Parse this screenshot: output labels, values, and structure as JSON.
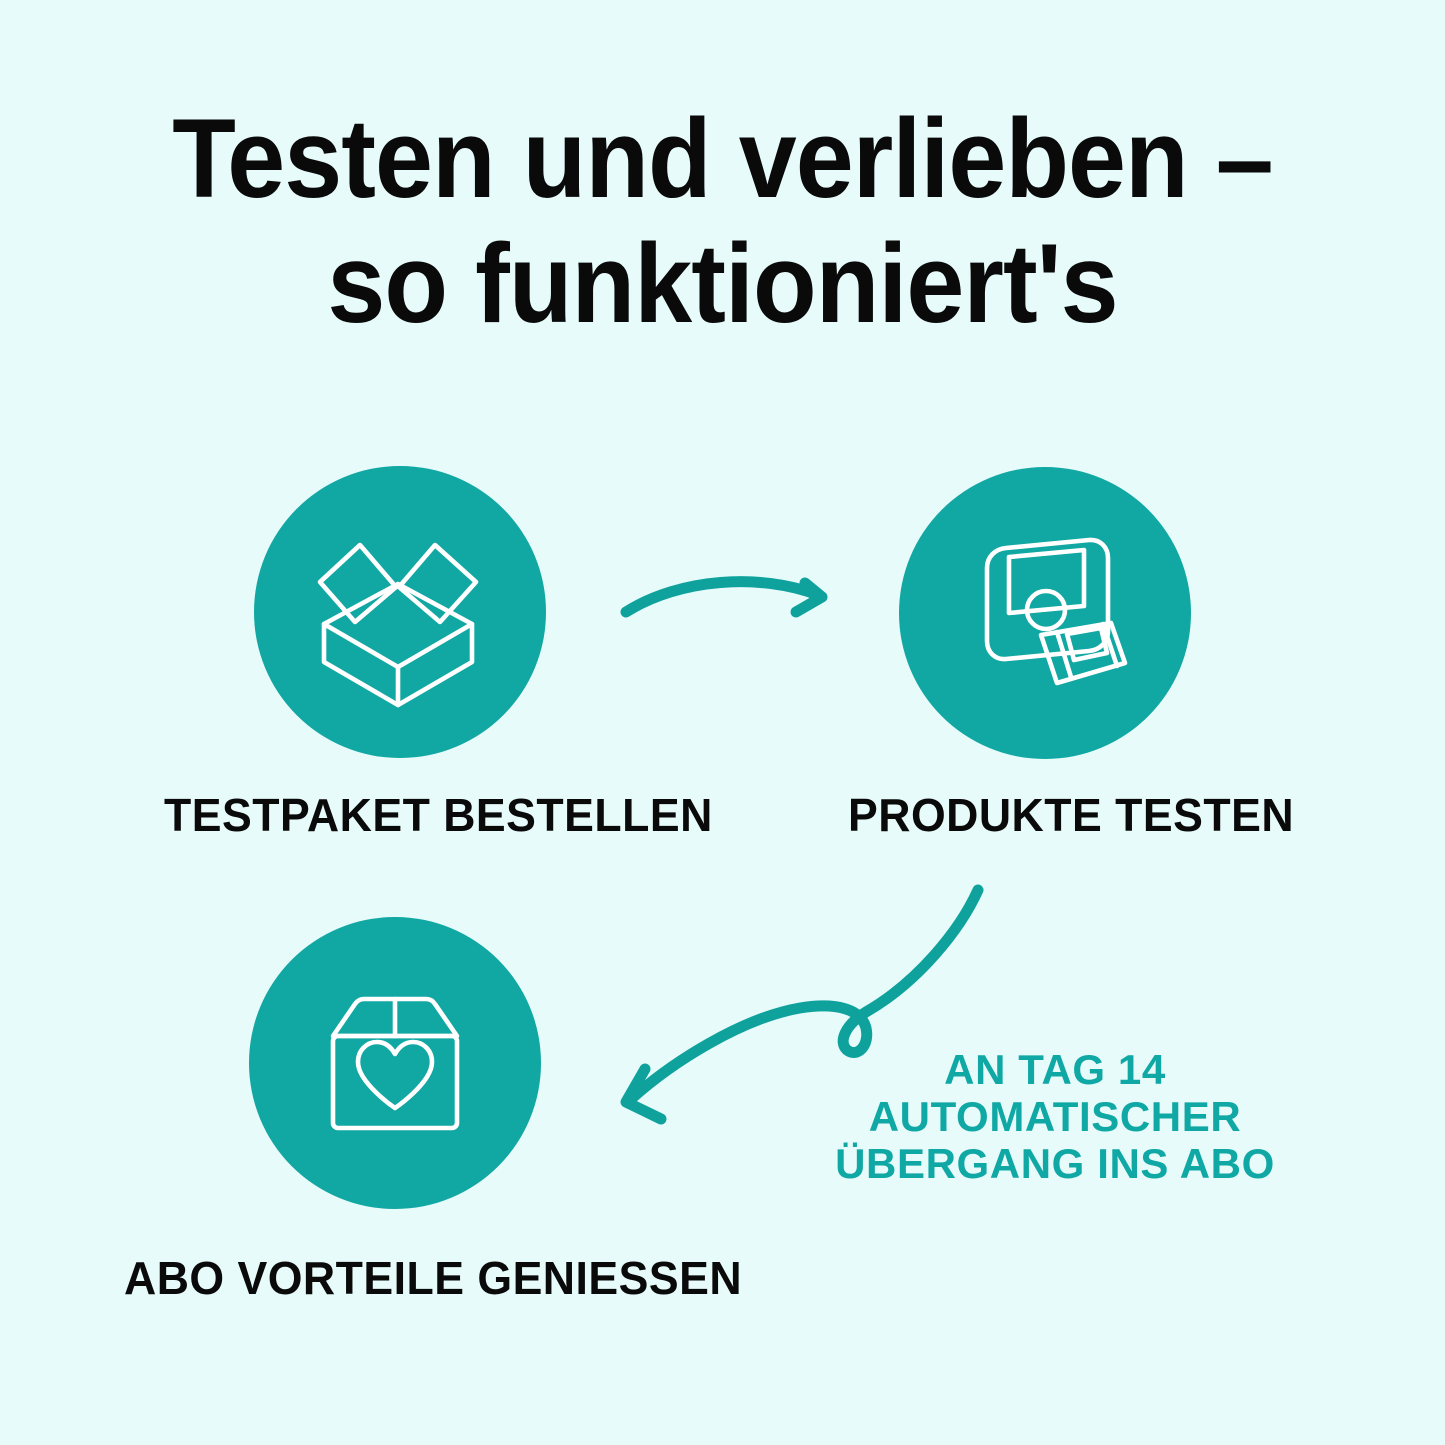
{
  "page": {
    "background_color": "#e6fbfa",
    "accent_color": "#11a7a2",
    "text_color": "#0a0a0a",
    "annotation_color": "#10a8a4"
  },
  "title": {
    "line1": "Testen und verlieben –",
    "line2": "so funktioniert's"
  },
  "steps": [
    {
      "id": "order",
      "label": "TESTPAKET BESTELLEN",
      "icon": "open-box-icon"
    },
    {
      "id": "test",
      "label": "PRODUKTE TESTEN",
      "icon": "wipes-pouch-icon"
    },
    {
      "id": "enjoy",
      "label": "ABO VORTEILE GENIESSEN",
      "icon": "box-with-heart-icon"
    }
  ],
  "annotation": {
    "line1": "AN TAG 14",
    "line2": "AUTOMATISCHER",
    "line3": "ÜBERGANG INS ABO"
  },
  "arrows": [
    {
      "id": "arrow-order-to-test",
      "direction": "right",
      "style": "curved"
    },
    {
      "id": "arrow-test-to-enjoy",
      "direction": "down-left",
      "style": "looped"
    }
  ]
}
